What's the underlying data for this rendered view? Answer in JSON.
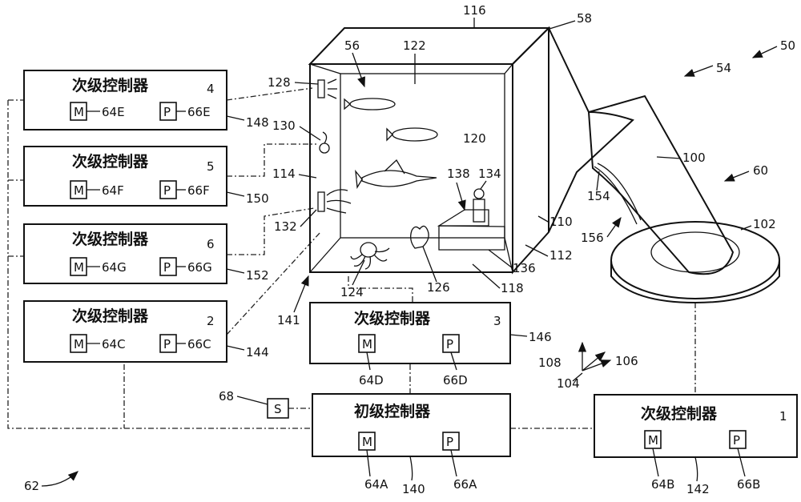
{
  "system_ref": "50",
  "controllers": {
    "c4": {
      "title": "次级控制器",
      "num": "4",
      "m": "M",
      "p": "P",
      "m_ref": "64E",
      "p_ref": "66E",
      "ref": "148"
    },
    "c5": {
      "title": "次级控制器",
      "num": "5",
      "m": "M",
      "p": "P",
      "m_ref": "64F",
      "p_ref": "66F",
      "ref": "150"
    },
    "c6": {
      "title": "次级控制器",
      "num": "6",
      "m": "M",
      "p": "P",
      "m_ref": "64G",
      "p_ref": "66G",
      "ref": "152"
    },
    "c2": {
      "title": "次级控制器",
      "num": "2",
      "m": "M",
      "p": "P",
      "m_ref": "64C",
      "p_ref": "66C",
      "ref": "144"
    },
    "c3": {
      "title": "次级控制器",
      "num": "3",
      "m": "M",
      "p": "P",
      "m_ref": "64D",
      "p_ref": "66D",
      "ref": "146"
    },
    "primary": {
      "title": "初级控制器",
      "m": "M",
      "p": "P",
      "m_ref": "64A",
      "p_ref": "66A",
      "ref": "140"
    },
    "c1": {
      "title": "次级控制器",
      "num": "1",
      "m": "M",
      "p": "P",
      "m_ref": "64B",
      "p_ref": "66B",
      "ref": "142"
    }
  },
  "sensor": {
    "label": "S",
    "ref": "68"
  },
  "refs": {
    "r116": "116",
    "r58": "58",
    "r56": "56",
    "r122": "122",
    "r54": "54",
    "r128": "128",
    "r130": "130",
    "r120": "120",
    "r138": "138",
    "r134": "134",
    "r100": "100",
    "r60": "60",
    "r114": "114",
    "r154": "154",
    "r102": "102",
    "r110": "110",
    "r156": "156",
    "r112": "112",
    "r132": "132",
    "r136": "136",
    "r124": "124",
    "r126": "126",
    "r118": "118",
    "r141": "141",
    "r108": "108",
    "r106": "106",
    "r104": "104",
    "r62": "62"
  }
}
